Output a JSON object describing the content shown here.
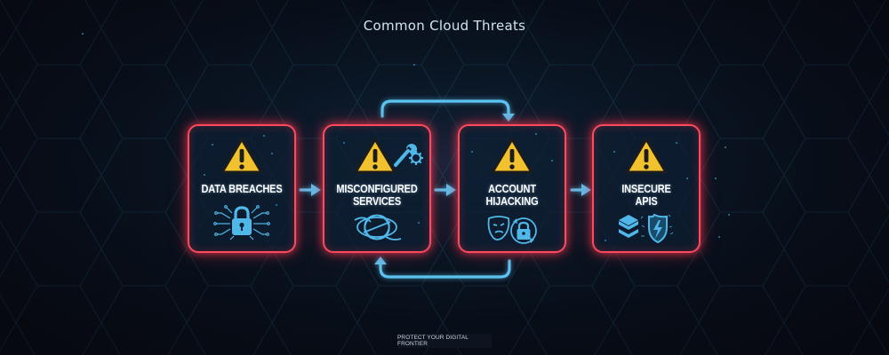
{
  "title": "Common Cloud Threats",
  "footer": {
    "tagline": "PROTECT YOUR DIGITAL FRONTIER"
  },
  "colors": {
    "card_border": "#ff4a5e",
    "arrow": "#5cc3f0",
    "warning_fill": "#f2c12e",
    "icon_blue": "#4fb8e8",
    "background": "#0c1a2b"
  },
  "threats": [
    {
      "label_line1": "DATA BREACHES",
      "label_line2": "",
      "icon": "padlock-circuit-icon"
    },
    {
      "label_line1": "MISCONFIGURED",
      "label_line2": "SERVICES",
      "icon": "tangled-knot-icon"
    },
    {
      "label_line1": "ACCOUNT",
      "label_line2": "HIJACKING",
      "icon": "mask-and-lock-icon"
    },
    {
      "label_line1": "INSECURE",
      "label_line2": "APIS",
      "icon": "server-stack-shield-icon"
    }
  ],
  "flow": {
    "arrows": [
      {
        "from": "DATA BREACHES",
        "to": "MISCONFIGURED SERVICES",
        "type": "straight"
      },
      {
        "from": "MISCONFIGURED SERVICES",
        "to": "ACCOUNT HIJACKING",
        "type": "straight"
      },
      {
        "from": "ACCOUNT HIJACKING",
        "to": "INSECURE APIS",
        "type": "straight"
      },
      {
        "from": "MISCONFIGURED SERVICES",
        "to": "ACCOUNT HIJACKING",
        "type": "curved-top"
      },
      {
        "from": "ACCOUNT HIJACKING",
        "to": "MISCONFIGURED SERVICES",
        "type": "curved-bottom"
      }
    ]
  }
}
